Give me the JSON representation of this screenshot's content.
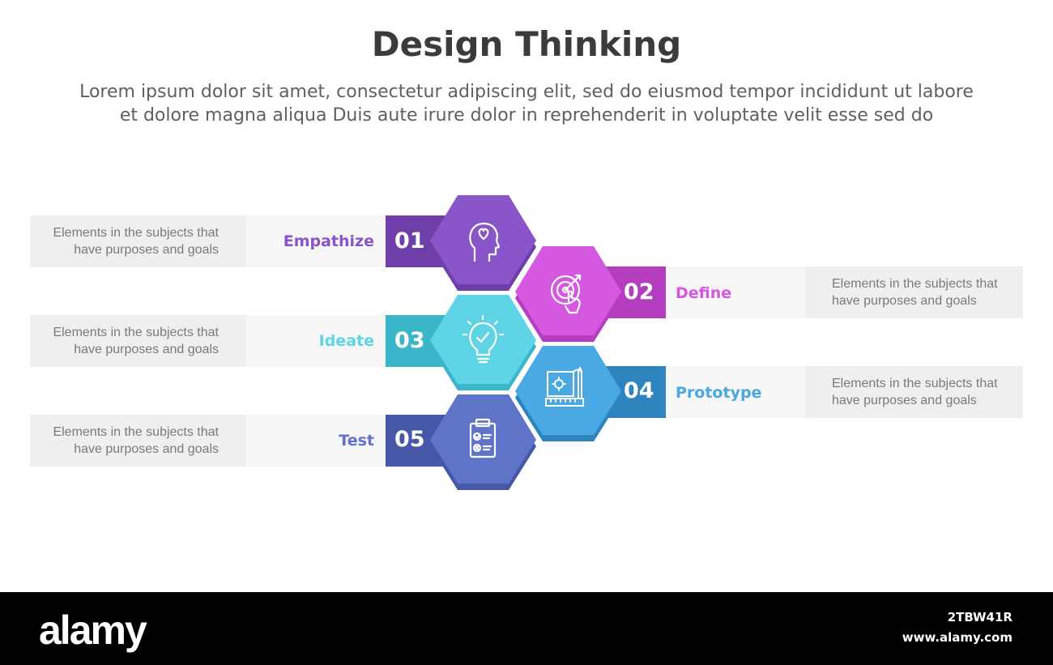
{
  "title": "Design Thinking",
  "subtitle_line1": "Lorem ipsum dolor sit amet, consectetur adipiscing elit, sed do eiusmod tempor incididunt ut labore",
  "subtitle_line2": "et dolore magna aliqua Duis aute irure dolor in reprehenderit in voluptate velit esse sed do",
  "steps": [
    {
      "number": "01",
      "label": "Empathize",
      "description_line1": "Elements in the subjects that",
      "description_line2": "have purposes and goals",
      "color": "#8a55c8",
      "tab_color": "#6e3fa9",
      "icon": "head-heart-icon"
    },
    {
      "number": "02",
      "label": "Define",
      "description_line1": "Elements in the subjects that",
      "description_line2": "have purposes and goals",
      "color": "#d559e0",
      "tab_color": "#b53dbf",
      "icon": "target-hand-icon"
    },
    {
      "number": "03",
      "label": "Ideate",
      "description_line1": "Elements in the subjects that",
      "description_line2": "have purposes and goals",
      "color": "#5ed4e6",
      "tab_color": "#3bb5c9",
      "icon": "lightbulb-check-icon"
    },
    {
      "number": "04",
      "label": "Prototype",
      "description_line1": "Elements in the subjects that",
      "description_line2": "have purposes and goals",
      "color": "#4aa8e3",
      "tab_color": "#2e84bd",
      "icon": "blueprint-ruler-icon"
    },
    {
      "number": "05",
      "label": "Test",
      "description_line1": "Elements in the subjects that",
      "description_line2": "have purposes and goals",
      "color": "#5f74c9",
      "tab_color": "#4657a8",
      "icon": "clipboard-checklist-icon"
    }
  ],
  "footer": {
    "brand": "alamy",
    "image_id": "2TBW41R",
    "site": "www.alamy.com"
  }
}
